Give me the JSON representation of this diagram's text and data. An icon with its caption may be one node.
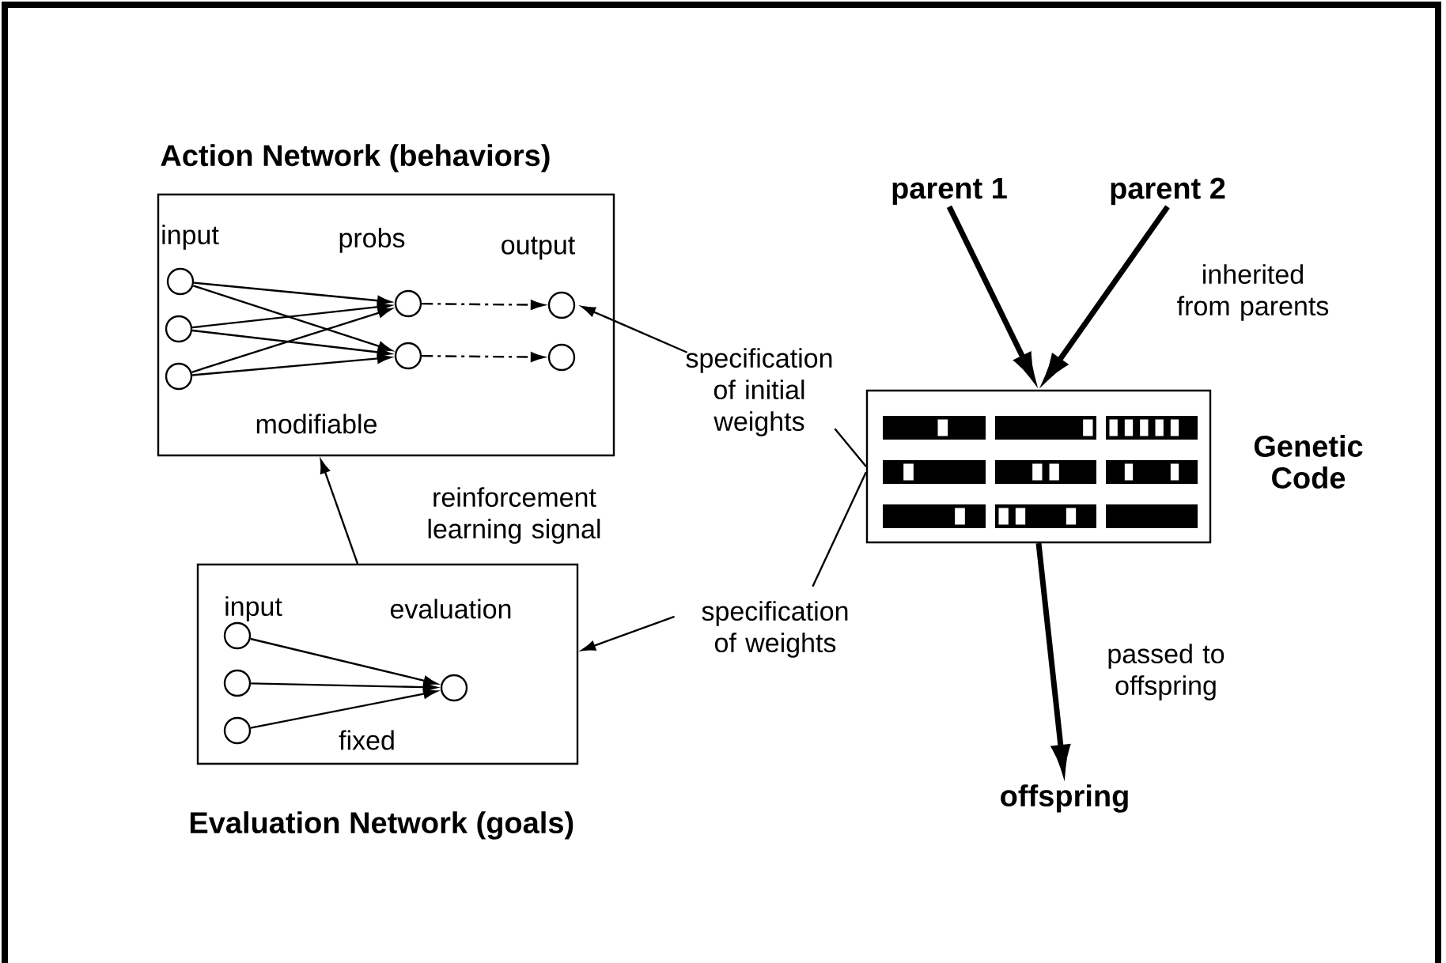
{
  "diagram": {
    "nodes": [
      {
        "text": [
          "Action Network (behaviors)",
          "input",
          "probs",
          "output",
          "modifiable"
        ]
      },
      {
        "text": [],
        "shape": "circle",
        "in": 0
      },
      {
        "text": [],
        "shape": "circle",
        "in": 0
      },
      {
        "text": [],
        "shape": "circle",
        "in": 0
      },
      {
        "text": [],
        "shape": "circle",
        "in": 0
      },
      {
        "text": [],
        "shape": "circle",
        "in": 0
      },
      {
        "text": [],
        "shape": "circle",
        "in": 0
      },
      {
        "text": [],
        "shape": "circle",
        "in": 0
      },
      {
        "text": [
          "Evaluation Network (goals)",
          "input",
          "evaluation",
          "fixed"
        ]
      },
      {
        "text": [],
        "shape": "circle",
        "in": 8
      },
      {
        "text": [],
        "shape": "circle",
        "in": 8
      },
      {
        "text": [],
        "shape": "circle",
        "in": 8
      },
      {
        "text": [],
        "shape": "circle",
        "in": 8
      },
      {
        "text": [
          "Genetic Code"
        ]
      },
      {
        "text": [
          "parent 1"
        ]
      },
      {
        "text": [
          "parent 2"
        ]
      },
      {
        "text": [
          "offspring"
        ]
      },
      {
        "text": [
          "specification of initial weights"
        ]
      },
      {
        "text": [
          "specification of weights"
        ]
      }
    ],
    "edges": [
      {
        "from": 14,
        "to": 13,
        "arrow": "to",
        "style": "thick"
      },
      {
        "from": 15,
        "to": 13,
        "arrow": "to",
        "style": "thick"
      },
      {
        "from": 13,
        "to": 16,
        "arrow": "to",
        "style": "thick",
        "label": "passed to offspring"
      },
      {
        "from": 1,
        "to": 4,
        "arrow": "to"
      },
      {
        "from": 1,
        "to": 5,
        "arrow": "to"
      },
      {
        "from": 2,
        "to": 4,
        "arrow": "to"
      },
      {
        "from": 2,
        "to": 5,
        "arrow": "to"
      },
      {
        "from": 3,
        "to": 4,
        "arrow": "to"
      },
      {
        "from": 3,
        "to": 5,
        "arrow": "to"
      },
      {
        "from": 4,
        "to": 6,
        "arrow": "to",
        "style": "dashed"
      },
      {
        "from": 5,
        "to": 7,
        "arrow": "to",
        "style": "dashed"
      },
      {
        "from": 9,
        "to": 12,
        "arrow": "to"
      },
      {
        "from": 10,
        "to": 12,
        "arrow": "to"
      },
      {
        "from": 11,
        "to": 12,
        "arrow": "to"
      },
      {
        "from": 8,
        "to": 0,
        "arrow": "to",
        "label": "reinforcement learning signal"
      },
      {
        "from": 13,
        "to": 17,
        "arrow": "none"
      },
      {
        "from": 17,
        "to": 6,
        "arrow": "to"
      },
      {
        "from": 13,
        "to": 18,
        "arrow": "none"
      },
      {
        "from": 18,
        "to": 8,
        "arrow": "to"
      }
    ],
    "labels": [
      "inherited from parents"
    ]
  }
}
